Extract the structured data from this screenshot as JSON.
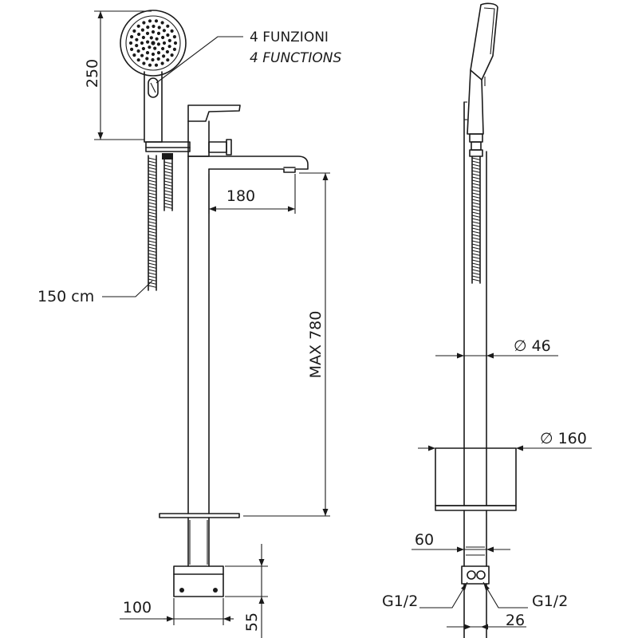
{
  "labels": {
    "functions_it": "4 FUNZIONI",
    "functions_en": "4 FUNCTIONS",
    "hose_length": "150 cm",
    "handshower_height": "250",
    "spout_reach": "180",
    "max_height": "MAX 780",
    "base_width": "100",
    "base_height": "55",
    "column_diameter": "∅ 46",
    "base_diameter": "∅ 160",
    "pipe_width": "60",
    "thread_left": "G1/2",
    "thread_right": "G1/2",
    "thread_spacing": "26"
  }
}
